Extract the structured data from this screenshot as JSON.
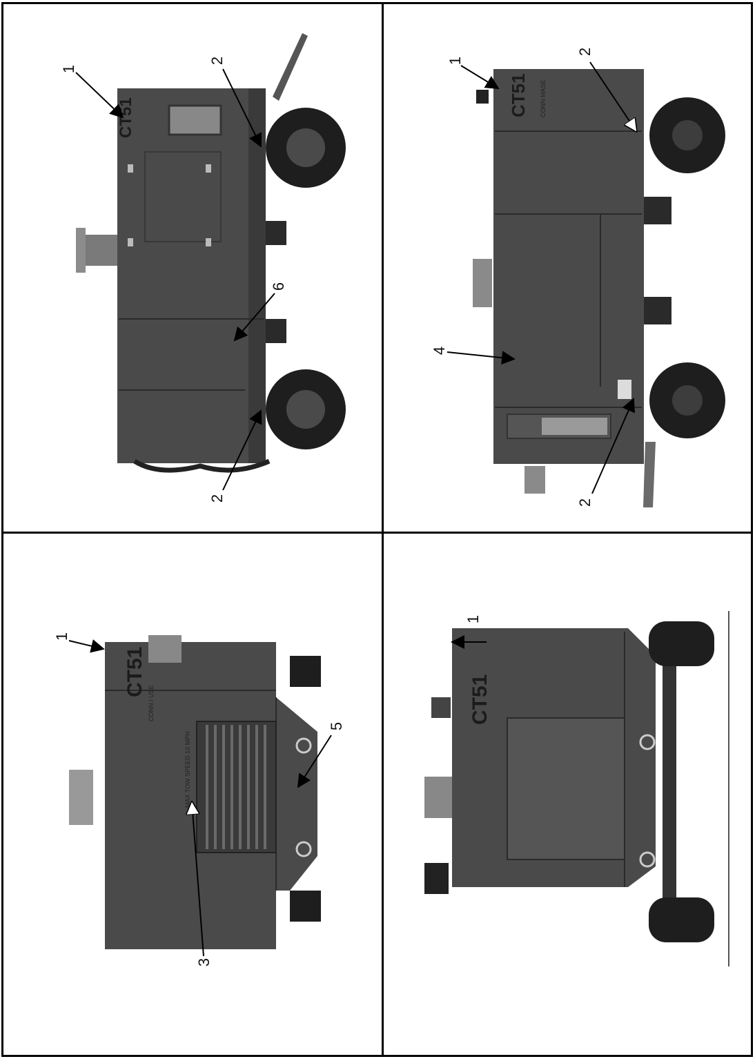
{
  "panels": {
    "top_left": {
      "label_model": "CT51",
      "callouts": {
        "c1": "1",
        "c2a": "2",
        "c6": "6",
        "c2b": "2"
      }
    },
    "top_right": {
      "label_model": "CT51",
      "label_sub": "CONN MASE",
      "callouts": {
        "c1": "1",
        "c2a": "2",
        "c4": "4",
        "c2b": "2"
      }
    },
    "bottom_left": {
      "label_model": "CT51",
      "label_sub": "CONN / USE",
      "label_tow": "MAX TOW SPEED 10 MPH",
      "callouts": {
        "c1": "1",
        "c5": "5",
        "c3": "3"
      }
    },
    "bottom_right": {
      "label_model": "CT51",
      "callouts": {
        "c1": "1"
      }
    }
  },
  "colors": {
    "body": "#4a4a4a",
    "body_dark": "#2e2e2e",
    "tire": "#1e1e1e",
    "frame": "#000000"
  }
}
